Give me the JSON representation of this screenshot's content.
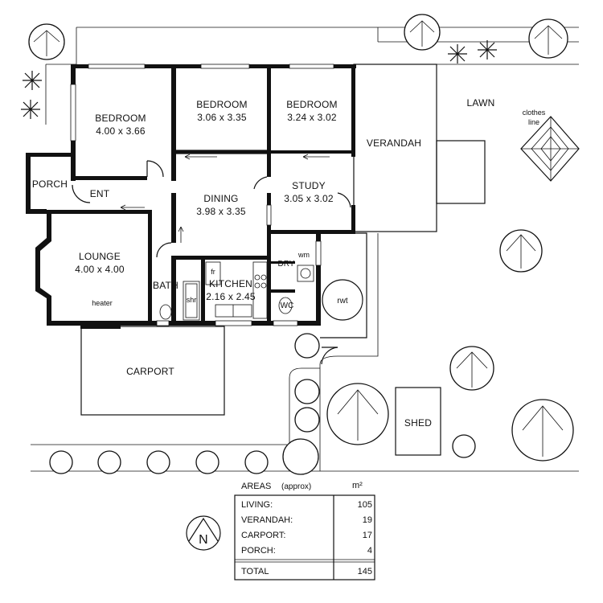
{
  "rooms": {
    "bedroom1": {
      "name": "BEDROOM",
      "dims": "4.00 x 3.66"
    },
    "bedroom2": {
      "name": "BEDROOM",
      "dims": "3.06 x 3.35"
    },
    "bedroom3": {
      "name": "BEDROOM",
      "dims": "3.24 x 3.02"
    },
    "porch": {
      "name": "PORCH"
    },
    "entry": {
      "name": "ENT"
    },
    "lounge": {
      "name": "LOUNGE",
      "dims": "4.00 x 4.00"
    },
    "heater": {
      "name": "heater"
    },
    "dining": {
      "name": "DINING",
      "dims": "3.98 x 3.35"
    },
    "study": {
      "name": "STUDY",
      "dims": "3.05 x 3.02"
    },
    "bath": {
      "name": "BATH"
    },
    "shower": {
      "name": "shr"
    },
    "fridge": {
      "name": "fr"
    },
    "kitchen": {
      "name": "KITCHEN",
      "dims": "2.16 x 2.45"
    },
    "laundry": {
      "name": "DRY"
    },
    "washer": {
      "name": "wm"
    },
    "toilet": {
      "name": "WC"
    },
    "verandah": {
      "name": "VERANDAH"
    },
    "carport": {
      "name": "CARPORT"
    },
    "shed": {
      "name": "SHED"
    },
    "rainwater_tank": {
      "name": "rwt"
    }
  },
  "site": {
    "lawn": "LAWN",
    "clothesline_1": "clothes",
    "clothesline_2": "line",
    "north": "N"
  },
  "areas": {
    "title": "AREAS",
    "title_suffix": "(approx)",
    "unit": "m²",
    "rows": [
      {
        "label": "LIVING:",
        "value": "105"
      },
      {
        "label": "VERANDAH:",
        "value": "19"
      },
      {
        "label": "CARPORT:",
        "value": "17"
      },
      {
        "label": "PORCH:",
        "value": "4"
      }
    ],
    "total": {
      "label": "TOTAL",
      "value": "145"
    }
  }
}
